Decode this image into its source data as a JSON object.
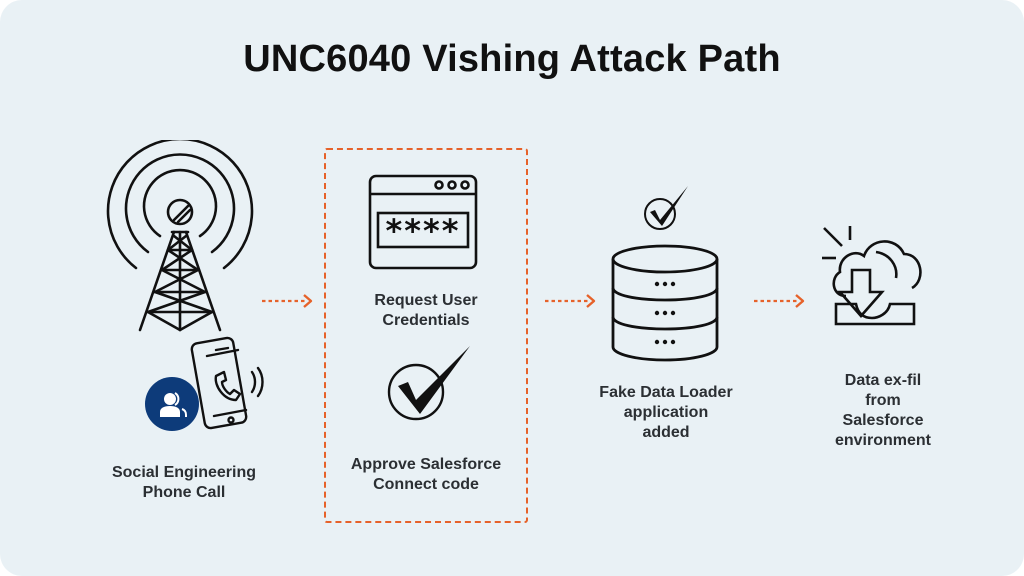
{
  "title": "UNC6040 Vishing Attack Path",
  "colors": {
    "background": "#e9f1f5",
    "accent": "#e6622a",
    "badge": "#0d3b7a",
    "ink": "#111111"
  },
  "steps": [
    {
      "label": "Social Engineering Phone Call",
      "lines": [
        "Social Engineering",
        "Phone Call"
      ],
      "icons": [
        "cell-tower-icon",
        "smartphone-ringing-icon",
        "user-group-badge-icon"
      ]
    },
    {
      "label": "Request User Credentials",
      "lines": [
        "Request User",
        "Credentials"
      ],
      "icons": [
        "password-window-icon"
      ]
    },
    {
      "label": "Approve Salesforce Connect code",
      "lines": [
        "Approve Salesforce",
        "Connect code"
      ],
      "icons": [
        "check-circle-icon"
      ]
    },
    {
      "label": "Fake Data Loader application added",
      "lines": [
        "Fake Data Loader",
        "application",
        "added"
      ],
      "icons": [
        "check-circle-icon",
        "database-icon"
      ]
    },
    {
      "label": "Data ex-fil from Salesforce environment",
      "lines": [
        "Data ex-fil",
        "from",
        "Salesforce",
        "environment"
      ],
      "icons": [
        "cloud-download-icon"
      ]
    }
  ],
  "password_mask": "****",
  "grouped_steps": [
    "Request User Credentials",
    "Approve Salesforce Connect code"
  ]
}
